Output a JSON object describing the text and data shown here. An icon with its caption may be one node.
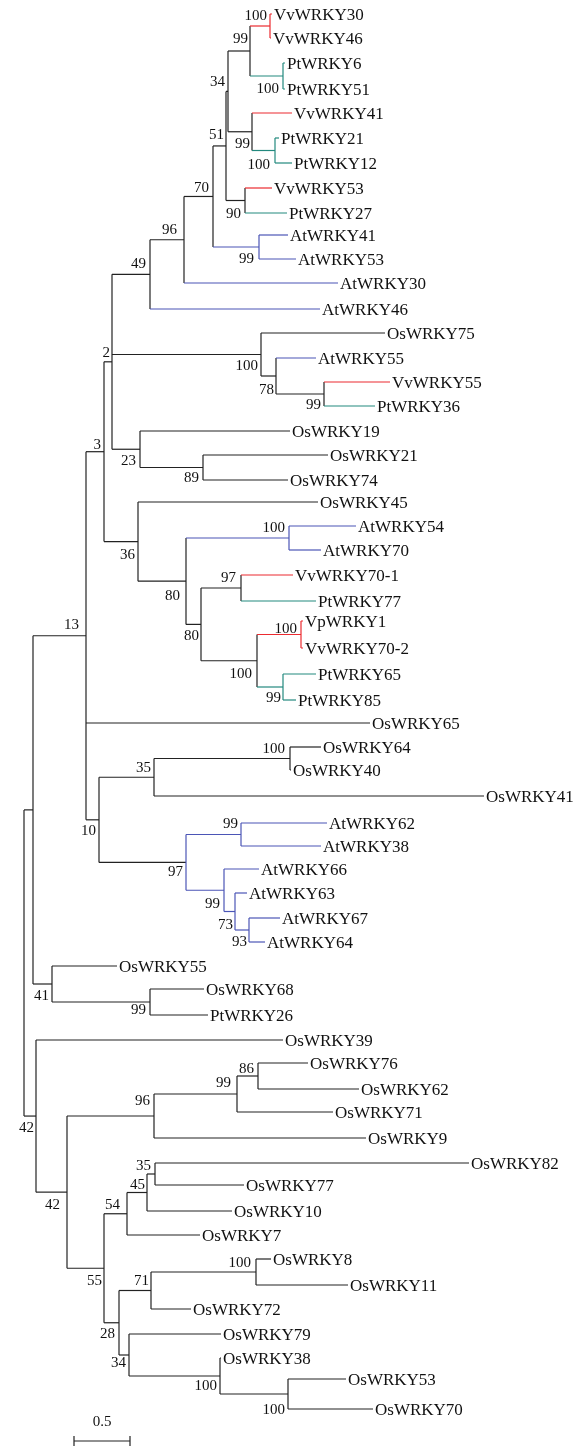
{
  "diagram": {
    "labels": [
      "100",
      "VvWRKY30",
      "99",
      "VvWRKY46",
      "PtWRKY6",
      "34",
      "100",
      "PtWRKY51",
      "VvWRKY41",
      "51",
      "99",
      "PtWRKY21",
      "100",
      "PtWRKY12",
      "70",
      "VvWRKY53",
      "90",
      "PtWRKY27",
      "96",
      "AtWRKY41",
      "49",
      "99",
      "AtWRKY53",
      "AtWRKY30",
      "AtWRKY46",
      "OsWRKY75",
      "2",
      "AtWRKY55",
      "100",
      "VvWRKY55",
      "78",
      "99",
      "PtWRKY36",
      "OsWRKY19",
      "3",
      "OsWRKY21",
      "23",
      "89",
      "OsWRKY74",
      "OsWRKY45",
      "100",
      "AtWRKY54",
      "36",
      "AtWRKY70",
      "97",
      "VvWRKY70-1",
      "80",
      "PtWRKY77",
      "13",
      "VpWRKY1",
      "100",
      "80",
      "VvWRKY70-2",
      "100",
      "PtWRKY65",
      "99",
      "PtWRKY85",
      "OsWRKY65",
      "100",
      "OsWRKY64",
      "35",
      "OsWRKY40",
      "OsWRKY41",
      "10",
      "99",
      "AtWRKY62",
      "AtWRKY38",
      "97",
      "AtWRKY66",
      "AtWRKY63",
      "99",
      "73",
      "AtWRKY67",
      "93",
      "AtWRKY64",
      "OsWRKY55",
      "OsWRKY68",
      "41",
      "99",
      "PtWRKY26",
      "OsWRKY39",
      "OsWRKY76",
      "86",
      "99",
      "OsWRKY62",
      "96",
      "OsWRKY71",
      "42",
      "OsWRKY9",
      "35",
      "OsWRKY82",
      "45",
      "OsWRKY77",
      "42",
      "54",
      "OsWRKY10",
      "OsWRKY7",
      "100",
      "OsWRKY8",
      "55",
      "71",
      "OsWRKY11",
      "OsWRKY72",
      "28",
      "OsWRKY79",
      "34",
      "OsWRKY38",
      "100",
      "OsWRKY53",
      "100",
      "OsWRKY70",
      "0.5"
    ]
  }
}
